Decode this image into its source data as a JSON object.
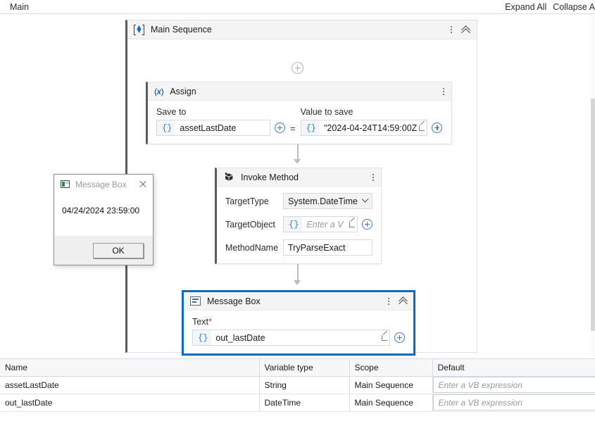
{
  "topbar": {
    "breadcrumb": "Main",
    "expand_all": "Expand All",
    "collapse_all": "Collapse A"
  },
  "sequence": {
    "title": "Main Sequence",
    "icon": "sequence-icon"
  },
  "activities": {
    "assign": {
      "title": "Assign",
      "icon": "assign-variable-icon",
      "left_label": "Save to",
      "left_value": "assetLastDate",
      "operator": "=",
      "right_label": "Value to save",
      "right_value": "\"2024-04-24T14:59:00Z",
      "braces": "{}"
    },
    "invoke_method": {
      "title": "Invoke Method",
      "icon": "invoke-method-icon",
      "rows": [
        {
          "label": "TargetType",
          "value": "System.DateTime",
          "kind": "select"
        },
        {
          "label": "TargetObject",
          "value": "Enter a V",
          "kind": "expression",
          "braces": "{}"
        },
        {
          "label": "MethodName",
          "value": "TryParseExact",
          "kind": "text"
        }
      ]
    },
    "message_box": {
      "title": "Message Box",
      "icon": "message-box-icon",
      "text_label": "Text",
      "required_marker": "*",
      "text_value": "out_lastDate",
      "braces": "{}"
    }
  },
  "dialog": {
    "title": "Message Box",
    "icon": "message-box-window-icon",
    "message": "04/24/2024 23:59:00",
    "ok_label": "OK"
  },
  "variables_panel": {
    "columns": [
      "Name",
      "Variable type",
      "Scope",
      "Default"
    ],
    "rows": [
      {
        "name": "assetLastDate",
        "type": "String",
        "scope": "Main Sequence",
        "default_placeholder": "Enter a VB expression"
      },
      {
        "name": "out_lastDate",
        "type": "DateTime",
        "scope": "Main Sequence",
        "default_placeholder": "Enter a VB expression"
      }
    ]
  },
  "colors": {
    "accent": "#0f6cbd",
    "header_bg": "#f4f4f4",
    "required": "#d13438",
    "connector": "#bdbdbd"
  }
}
